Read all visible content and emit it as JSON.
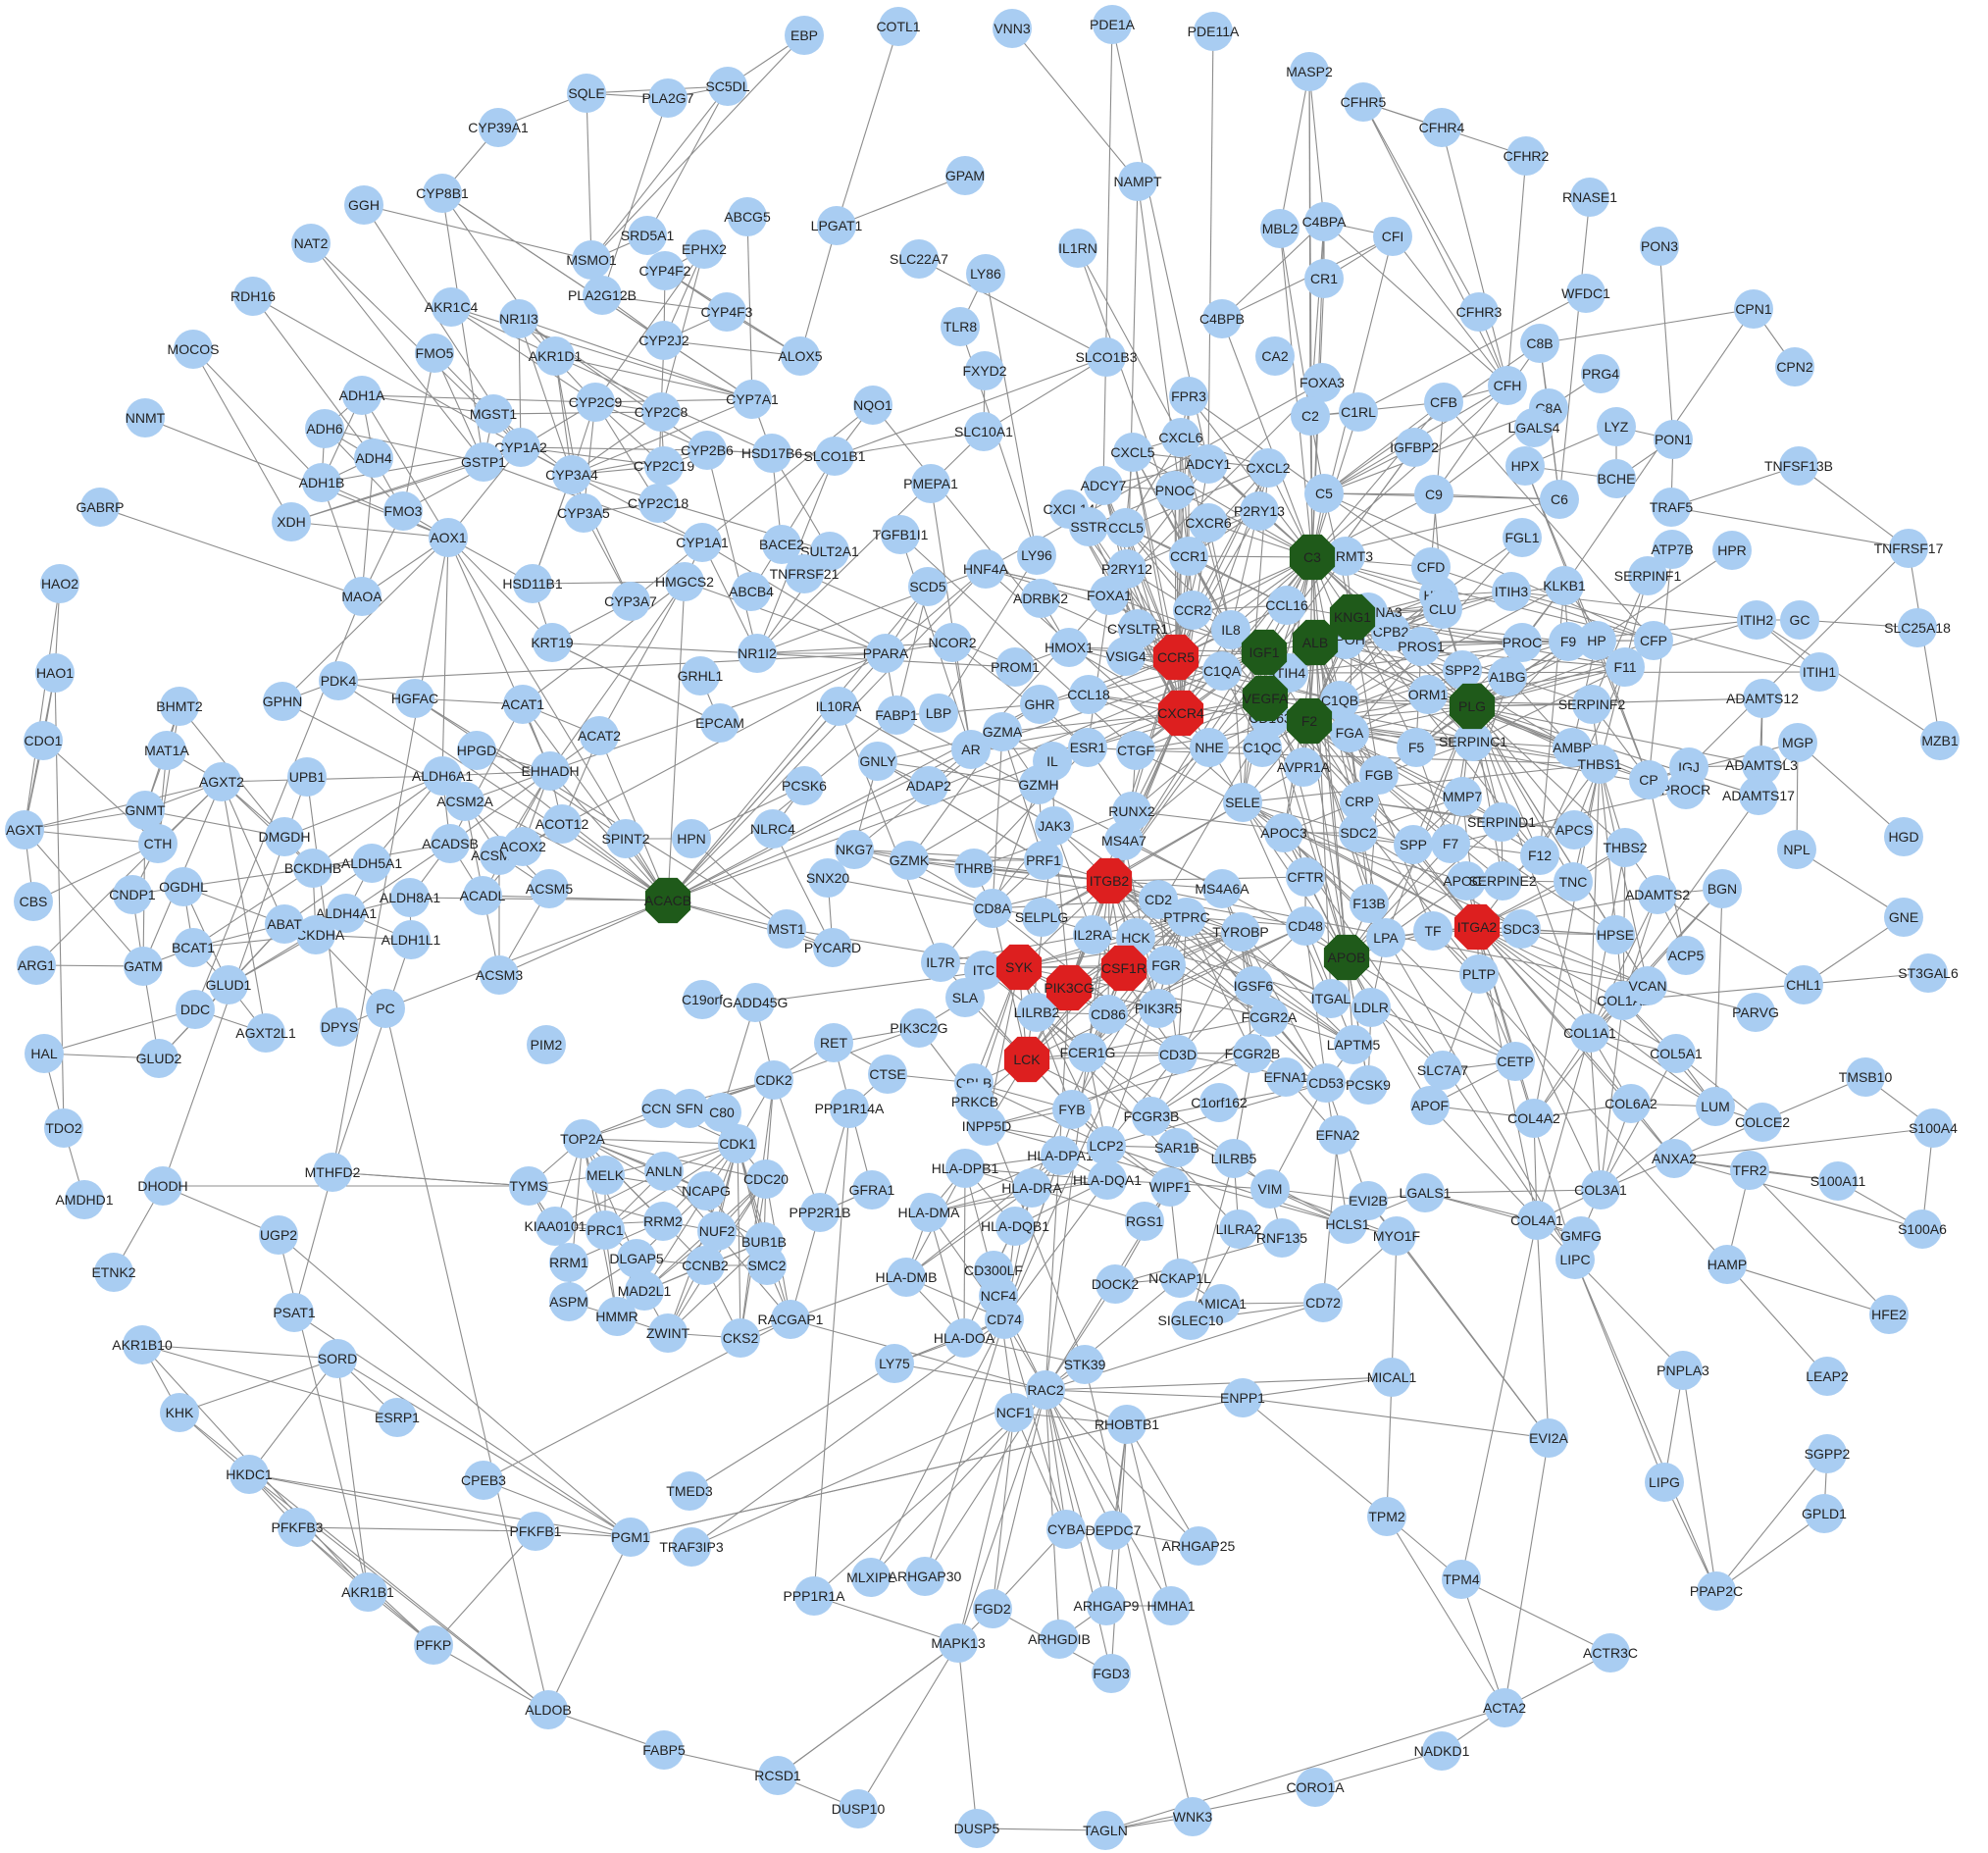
{
  "colors": {
    "background": "#ffffff",
    "edge": "#8c8c8c",
    "default_node": "#a9cdf2",
    "hub_green": "#1f5a1a",
    "hub_red": "#dd1f1f"
  },
  "green_hubs": [
    "C3",
    "KNG1",
    "ALB",
    "IGF1",
    "VEGFA",
    "F2",
    "PLG",
    "APOB",
    "ACACB"
  ],
  "red_hubs": [
    "CCR5",
    "CXCR4",
    "ITGB2",
    "ITGA2",
    "SYK",
    "PIK3CG",
    "CSF1R",
    "LCK"
  ],
  "nodes": [
    "EBP",
    "SC5DL",
    "PLA2G7",
    "COTL1",
    "VNN3",
    "PDE1A",
    "PDE11A",
    "SQLE",
    "CYP39A1",
    "CYP8B1",
    "MASP2",
    "CFHR5",
    "CFHR4",
    "CFHR2",
    "GPAM",
    "NAMPT",
    "RNASE1",
    "GGH",
    "ABCG5",
    "SRD5A1",
    "EPHX2",
    "LPGAT1",
    "MSMO1",
    "NAT2",
    "CYP4F2",
    "SLC22A7",
    "LY86",
    "IL1RN",
    "PON3",
    "RDH16",
    "AKR1C4",
    "PLA2G12B",
    "CYP4F3",
    "NR1I3",
    "CYP2J2",
    "TLR8",
    "MBL2",
    "C4BPA",
    "CFI",
    "CFHR3",
    "WFDC1",
    "CPN1",
    "MOCOS",
    "FMO5",
    "AKR1D1",
    "ALOX5",
    "FXYD2",
    "SLCO1B3",
    "C4BPB",
    "CA2",
    "CR1",
    "C8B",
    "PRG4",
    "CPN2",
    "ADH1A",
    "MGST1",
    "CYP2C9",
    "CYP2C8",
    "CYP7A1",
    "NQO1",
    "SLC10A1",
    "FPR3",
    "FOXA3",
    "C8A",
    "CFH",
    "LYZ",
    "NNMT",
    "ADH6",
    "CYP1A2",
    "CYP2C19",
    "CYP2B6",
    "HSD17B6",
    "SLCO1B1",
    "PMEPA1",
    "CXCL6",
    "C2",
    "C1RL",
    "CFB",
    "LGALS4",
    "PON1",
    "TNFSF13B",
    "GABRP",
    "ADH4",
    "ADH1B",
    "GSTP1",
    "CYP3A4",
    "CYP3A5",
    "CYP2C18",
    "CXCL5",
    "ADCY1",
    "ADCY7",
    "PNOC",
    "CXCL2",
    "IGFBP2",
    "HPX",
    "BCHE",
    "XDH",
    "FMO3",
    "AOX1",
    "CYP1A1",
    "BACE2",
    "SULT2A1",
    "TGFB1I1",
    "CXCL14",
    "SSTR",
    "CCL5",
    "CXCR6",
    "P2RY13",
    "C5",
    "C9",
    "C6",
    "TRAF5",
    "MAOA",
    "HSD11B1",
    "ABCB4",
    "TNFRSF21",
    "HMGCS2",
    "CYP3A7",
    "SCD5",
    "HNF4A",
    "LY96",
    "P2RY12",
    "CCR1",
    "HAO2",
    "KRT19",
    "ADRBK2",
    "FOXA1",
    "CYSLTR1",
    "CCR2",
    "IL8",
    "FERMT3",
    "CCL16",
    "CFD",
    "FGL1",
    "HRG",
    "ITIH3",
    "KLKB1",
    "ATP7B",
    "HPR",
    "TNFRSF17",
    "NR1I2",
    "PPARA",
    "NCOR2",
    "HMOX1",
    "CPB2",
    "CLU",
    "PROC",
    "F9",
    "HP",
    "CFP",
    "SERPINF1",
    "ITIH2",
    "GC",
    "SLC25A18",
    "HAO1",
    "PDK4",
    "HGFAC",
    "ACAT1",
    "GRHL1",
    "PROM1",
    "VSIG4",
    "C1QA",
    "ITIH4",
    "APOH",
    "SERPINA3",
    "PROS1",
    "ITIH1",
    "CDO1",
    "BHMT2",
    "MAT1A",
    "GPHN",
    "UPB1",
    "HPGD",
    "ACAT2",
    "EPCAM",
    "IL10RA",
    "FABP1",
    "LBP",
    "GHR",
    "CCL18",
    "CD163",
    "SPP2",
    "ORM1",
    "A1BG",
    "SERPINF2",
    "F11",
    "ADAMTS12",
    "MZB1",
    "GNMT",
    "AGXT",
    "CTH",
    "AGXT2",
    "DMGDH",
    "ALDH6A1",
    "EHHADH",
    "ACSM2A",
    "GNLY",
    "ADAP2",
    "AR",
    "GZMA",
    "IL",
    "ESR1",
    "GZMH",
    "CTGF",
    "NHE",
    "C1QC",
    "C1QB",
    "AVPR1A",
    "FGA",
    "FGB",
    "F5",
    "SERPINC1",
    "AMBP",
    "THBS1",
    "IGJ",
    "MGP",
    "CBS",
    "CNDP1",
    "OGDHL",
    "BCKDHB",
    "ALDH5A1",
    "ALDH4A1",
    "ACSM2B",
    "ACADSB",
    "ACOT12",
    "ACOX2",
    "SPINT2",
    "HPN",
    "PCSK6",
    "NLRC4",
    "NKG7",
    "GZMK",
    "JAK3",
    "PRF1",
    "RUNX2",
    "MS4A7",
    "SELE",
    "APOC3",
    "CRP",
    "SDC2",
    "MMP7",
    "SERPIND1",
    "ADAMTSL3",
    "ADAMTS17",
    "PROCR",
    "CP",
    "ARG1",
    "BCAT1",
    "ALDH8A1",
    "ACSM5",
    "ACADL",
    "ALDH1L1",
    "GATM",
    "GLUD1",
    "BCKDHA",
    "ABAT",
    "SNX20",
    "MST1",
    "PYCARD",
    "THRB",
    "CD8A",
    "SELPLG",
    "IL2RA",
    "HCK",
    "CD2",
    "MS4A6A",
    "PTPRC",
    "TYROBP",
    "CFTR",
    "CD48",
    "F13B",
    "LPA",
    "TF",
    "SPP",
    "F7",
    "APOC2",
    "SERPINE2",
    "F12",
    "APCS",
    "TNC",
    "THBS2",
    "ADAMTS2",
    "BGN",
    "HPSE",
    "ACP5",
    "NPL",
    "HGD",
    "GNE",
    "HAL",
    "DDC",
    "ACSM3",
    "PC",
    "DPYS",
    "AGXT2L1",
    "GLUD2",
    "IL7R",
    "ITC",
    "SLA",
    "LILRB2",
    "CD86",
    "PIK3R5",
    "FGR",
    "IGSF6",
    "FCGR2A",
    "ITGAL",
    "LDLR",
    "SDC3",
    "PLTP",
    "COL1A2",
    "VCAN",
    "CHL1",
    "ST3GAL6",
    "PARVG",
    "TDO2",
    "AMDHD1",
    "DHODH",
    "ETNK2",
    "PIM2",
    "C19orf",
    "GADD45G",
    "PIK3C2G",
    "RET",
    "CTSE",
    "PPP1R14A",
    "CDK2",
    "CCNA",
    "SFN",
    "C80",
    "CBLB",
    "PRKCB",
    "FCER1G",
    "CD3D",
    "FCGR2B",
    "EFNA1",
    "CD53",
    "PCSK9",
    "LAPTM5",
    "SLC7A7",
    "CETP",
    "COL1A1",
    "COL5A1",
    "TMSB10",
    "LUM",
    "COLCE2",
    "S100A4",
    "TOP2A",
    "CDK1",
    "INPP5D",
    "FYB",
    "FCGR3B",
    "C1orf162",
    "EFNA2",
    "APOF",
    "COL4A2",
    "COL6A2",
    "ANXA2",
    "TFR2",
    "S100A11",
    "MTHFD2",
    "TYMS",
    "MELK",
    "ANLN",
    "NCAPG",
    "CDC20",
    "HLA-DPB1",
    "HLA-DPA1",
    "LCP2",
    "SAR1B",
    "LILRB5",
    "VIM",
    "HLA-DRA",
    "HLA-DQA1",
    "WIPF1",
    "KIAA0101",
    "PRC1",
    "RRM2",
    "NUF2",
    "BUB1B",
    "GFRA1",
    "HLA-DMA",
    "RGS1",
    "LILRA2",
    "EVI2B",
    "HCLS1",
    "LGALS1",
    "COL3A1",
    "COL4A1",
    "GMFG",
    "S100A6",
    "UGP2",
    "RRM1",
    "DLGAP5",
    "CCNB2",
    "SMC2",
    "PPP2R1B",
    "HLA-DQB1",
    "DOCK2",
    "MYO1F",
    "RNF135",
    "LIPC",
    "HAMP",
    "HFE2",
    "ASPM",
    "HMMR",
    "MAD2L1",
    "HLA-DMB",
    "CD300LF",
    "NCF4",
    "AMICA1",
    "NCKAP1L",
    "SIGLEC10",
    "CD72",
    "PSAT1",
    "ZWINT",
    "CKS2",
    "RACGAP1",
    "HLA-DOA",
    "CD74",
    "AKR1B10",
    "SORD",
    "LY75",
    "STK39",
    "PNPLA3",
    "LEAP2",
    "KHK",
    "ESRP1",
    "RAC2",
    "MICAL1",
    "ENPP1",
    "NCF1",
    "RHOBTB1",
    "EVI2A",
    "HKDC1",
    "TMED3",
    "SGPP2",
    "CPEB3",
    "PFKFB3",
    "PFKFB1",
    "PGM1",
    "CYBA",
    "DEPDC7",
    "ARHGAP25",
    "LIPG",
    "GPLD1",
    "TRAF3IP3",
    "MLXIPL",
    "ARHGAP30",
    "PPP1R1A",
    "TPM2",
    "TPM4",
    "PPAP2C",
    "AKR1B1",
    "ARHGAP9",
    "HMHA1",
    "FGD2",
    "ARHGDIB",
    "MAPK13",
    "ACTR3C",
    "PFKP",
    "FGD3",
    "ACTA2",
    "ALDOB",
    "FABP5",
    "NADKD1",
    "RCSD1",
    "CORO1A",
    "DUSP10",
    "DUSP5",
    "WNK3",
    "TAGLN"
  ]
}
